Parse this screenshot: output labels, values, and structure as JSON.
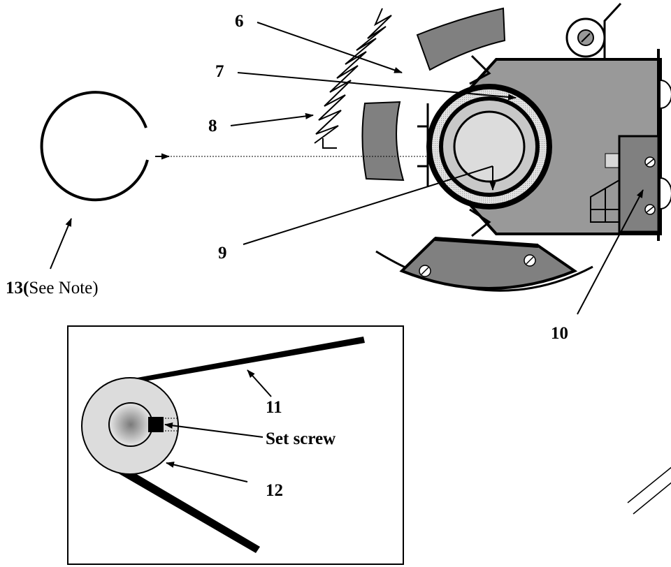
{
  "labels": {
    "l6": "6",
    "l7": "7",
    "l8": "8",
    "l9": "9",
    "l10": "10",
    "l11": "11",
    "l12": "12",
    "l13_num": "13(",
    "l13_note": "See Note)",
    "set_screw": "Set screw"
  },
  "colors": {
    "housing": "#999999",
    "pad": "#808080",
    "wheel_light": "#dcdcdc",
    "wheel_mid": "#c8c8c8",
    "bore_dot": "#808080",
    "line": "#000000"
  }
}
